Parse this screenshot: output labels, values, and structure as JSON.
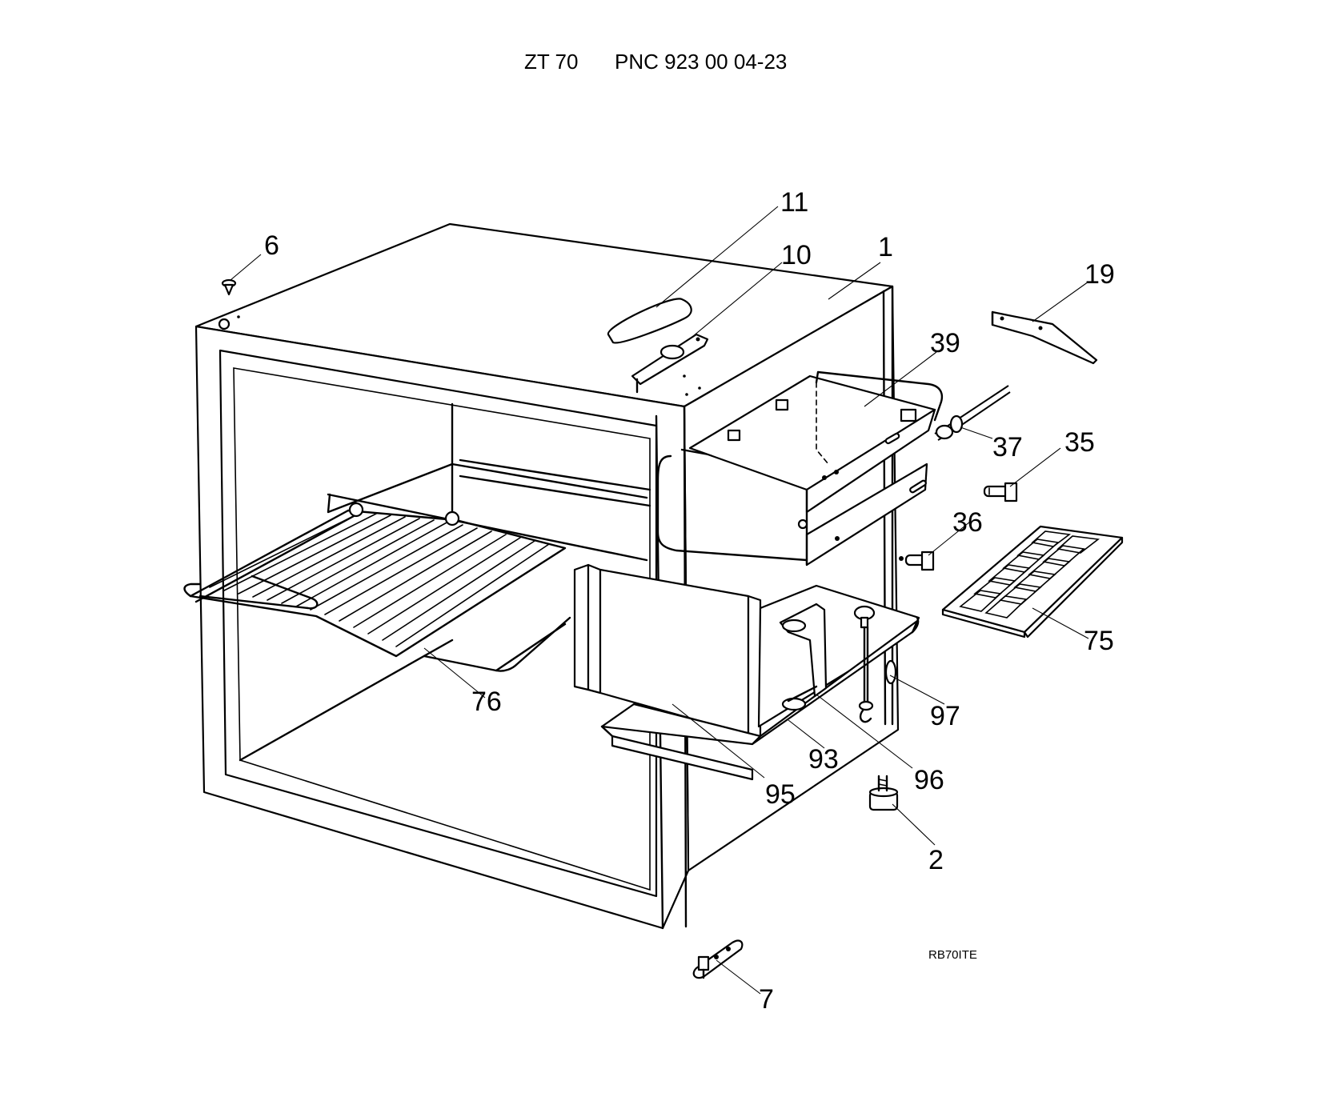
{
  "header": {
    "model": "ZT 70",
    "pnc": "PNC  923 00 04-23"
  },
  "drawing_code": "RB70ITE",
  "callouts": {
    "c1": "1",
    "c2": "2",
    "c6": "6",
    "c7": "7",
    "c10": "10",
    "c11": "11",
    "c19": "19",
    "c35": "35",
    "c36": "36",
    "c37": "37",
    "c39": "39",
    "c75": "75",
    "c76": "76",
    "c93": "93",
    "c95": "95",
    "c96": "96",
    "c97": "97"
  }
}
